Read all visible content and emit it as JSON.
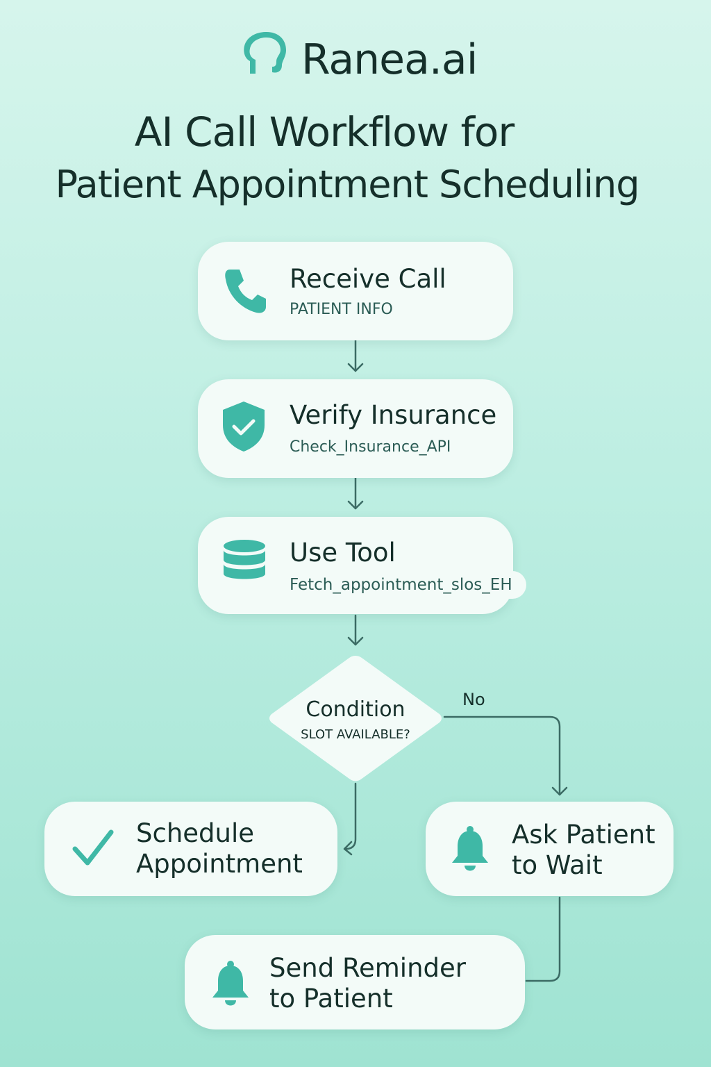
{
  "header": {
    "brand": "Ranea.ai",
    "title_line1": "AI Call Workflow for",
    "title_line2": "Patient Appointment Scheduling"
  },
  "nodes": {
    "receive_call": {
      "title": "Receive Call",
      "subtitle": "PATIENT INFO",
      "icon": "phone-icon"
    },
    "verify_insurance": {
      "title": "Verify Insurance",
      "subtitle": "Check_Insurance_API",
      "icon": "shield-check-icon"
    },
    "use_tool": {
      "title": "Use Tool",
      "subtitle": "Fetch_appointment_slos_EH",
      "icon": "database-icon"
    },
    "condition": {
      "title": "Condition",
      "subtitle": "SLOT AVAILABLE?"
    },
    "schedule": {
      "title_line1": "Schedule",
      "title_line2": "Appointment",
      "icon": "checkmark-icon"
    },
    "ask_wait": {
      "title_line1": "Ask Patient",
      "title_line2": "to Wait",
      "icon": "bell-icon"
    },
    "send_reminder": {
      "title_line1": "Send Reminder",
      "title_line2": "to Patient",
      "icon": "bell-icon"
    }
  },
  "edges": {
    "no_label": "No"
  },
  "colors": {
    "accent": "#3fb8a6",
    "text": "#152f2a",
    "line": "#3b6b64",
    "card": "#f3fbf8"
  }
}
